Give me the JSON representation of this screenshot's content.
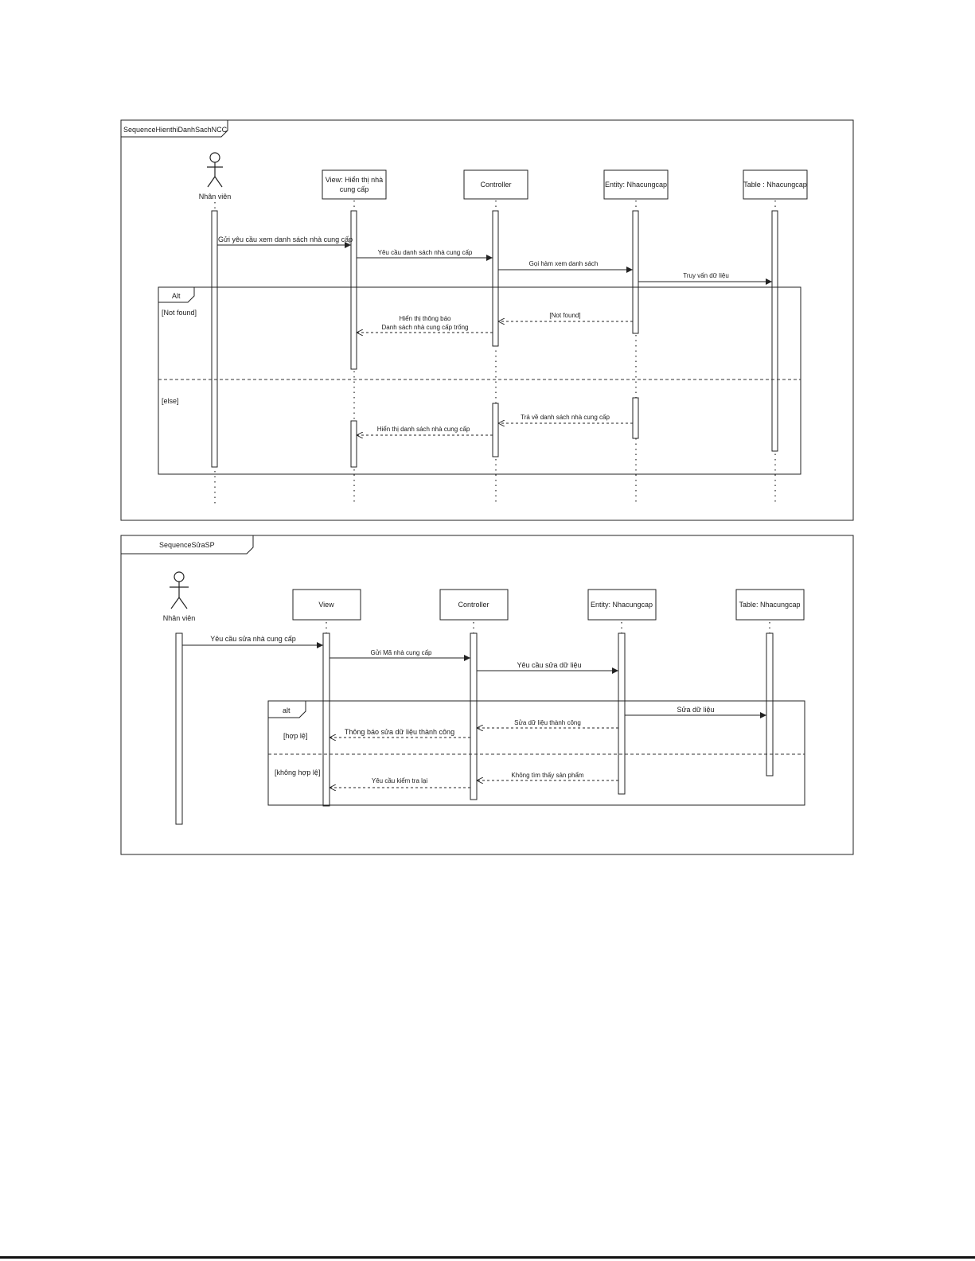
{
  "diagram1": {
    "frame_label": "SequenceHienthiDanhSachNCC",
    "actor_label": "Nhân viên",
    "participants": [
      "View: Hiển thị nhà cung cấp",
      "Controller",
      "Entity: Nhacungcap",
      "Table : Nhacungcap"
    ],
    "view_label_line1": "View: Hiển thị nhà",
    "view_label_line2": "cung cấp",
    "messages": {
      "m1": "Gửi yêu cầu xem danh sách nhà cung cấp",
      "m2": "Yêu cầu danh sách nhà cung cấp",
      "m3": "Gọi hàm xem danh sách",
      "m4": "Truy vấn dữ liệu",
      "r1": "[Not found]",
      "r2_line1": "Hiển thị thông báo",
      "r2_line2": "Danh sách nhà cung cấp trống",
      "r3": "Trả về danh sách nhà cung cấp",
      "r4": "Hiển thị danh sách nhà cung cấp"
    },
    "alt": {
      "label": "Alt",
      "guard1": "[Not found]",
      "guard2": "[else]"
    }
  },
  "diagram2": {
    "frame_label": "SequenceSửaSP",
    "actor_label": "Nhân viên",
    "participants": [
      "View",
      "Controller",
      "Entity: Nhacungcap",
      "Table: Nhacungcap"
    ],
    "messages": {
      "m1": "Yêu cầu sửa nhà cung cấp",
      "m2": "Gửi Mã nhà cung cấp",
      "m3": "Yêu cầu sửa dữ liệu",
      "m4": "Sửa dữ liệu",
      "r1": "Sửa dữ liệu thành công",
      "r2": "Thông báo sửa dữ liệu thành công",
      "r3": "Không tìm thấy sản phẩm",
      "r4": "Yêu cầu kiểm tra lại"
    },
    "alt": {
      "label": "alt",
      "guard1": "[hợp lệ]",
      "guard2": "[không hợp lệ]"
    }
  }
}
